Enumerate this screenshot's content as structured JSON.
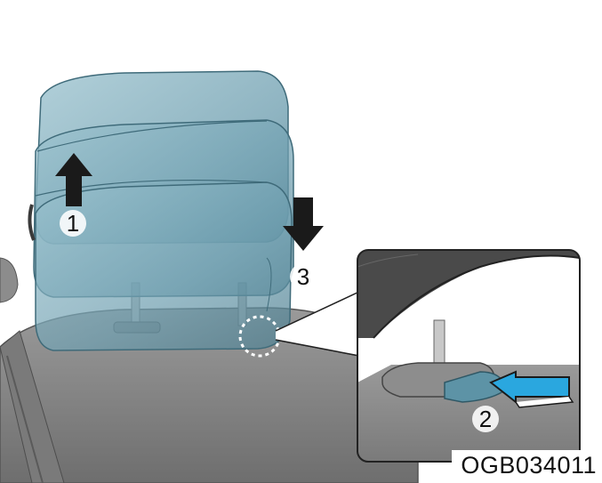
{
  "illustration": {
    "step_up_label": "1",
    "step_release_label": "2",
    "step_down_label": "3",
    "figure_code": "OGB034011",
    "colors": {
      "headrest_fill": "#6f9fb0",
      "seat_fill": "#8a8a8a",
      "arrow_dark": "#1a1a1a",
      "arrow_blue": "#2aa7df",
      "callout_border": "#222222"
    }
  }
}
